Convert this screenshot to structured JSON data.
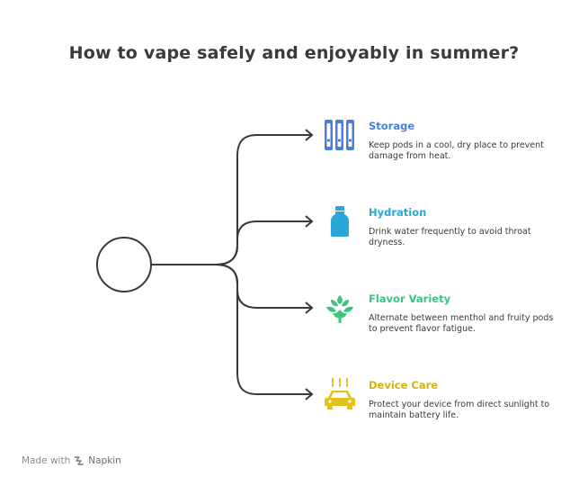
{
  "title": "How to vape safely and enjoyably in summer?",
  "branches": [
    {
      "title": "Storage",
      "desc": "Keep pods in a cool, dry place to prevent damage from heat.",
      "color": "#4a7fd9",
      "icon": "storage-box-icon"
    },
    {
      "title": "Hydration",
      "desc": "Drink water frequently to avoid throat dryness.",
      "color": "#2aa6d9",
      "icon": "water-bottle-icon"
    },
    {
      "title": "Flavor Variety",
      "desc": "Alternate between menthol and fruity pods to prevent flavor fatigue.",
      "color": "#3ec47e",
      "icon": "artichoke-icon"
    },
    {
      "title": "Device Care",
      "desc": "Protect your device from direct sunlight to maintain battery life.",
      "color": "#e0c21a",
      "icon": "car-wash-icon"
    }
  ],
  "footer": {
    "made_with": "Made with",
    "brand": "Napkin"
  },
  "colors": {
    "line": "#3a3a3a",
    "title": "#3a3a3a"
  }
}
